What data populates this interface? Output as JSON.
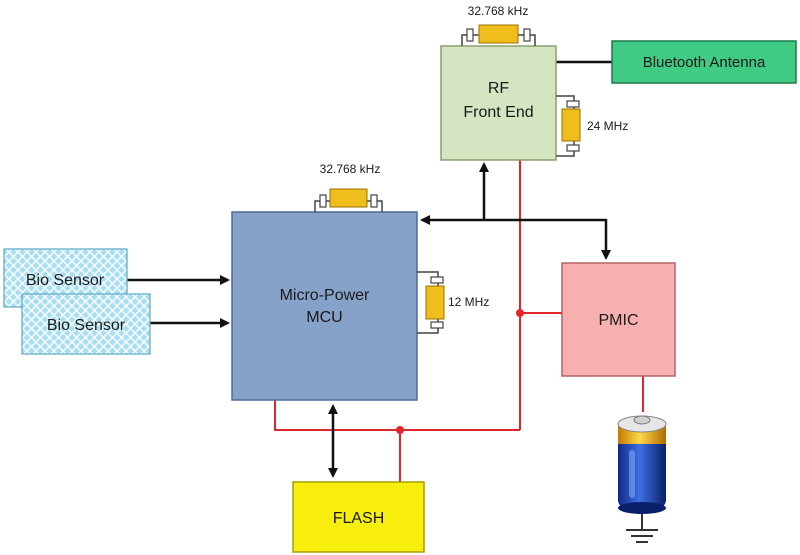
{
  "blocks": {
    "mcu": {
      "line1": "Micro-Power",
      "line2": "MCU"
    },
    "rf": {
      "line1": "RF",
      "line2": "Front End"
    },
    "pmic": "PMIC",
    "flash": "FLASH",
    "bio_sensor_1": "Bio Sensor",
    "bio_sensor_2": "Bio Sensor",
    "antenna": "Bluetooth Antenna"
  },
  "crystals": {
    "rf_top": "32.768 kHz",
    "rf_side": "24 MHz",
    "mcu_top": "32.768 kHz",
    "mcu_side": "12 MHz"
  },
  "colors": {
    "mcu_fill": "#86a2c9",
    "rf_fill": "#d5e5c2",
    "pmic_fill": "#f7b0b0",
    "flash_fill": "#f7ee0e",
    "antenna_fill": "#3fcb83",
    "sensor_fill": "#a9dff2",
    "crystal_fill": "#f0be1c",
    "power_line": "#e0262b",
    "signal_line": "#111111"
  },
  "icons": {
    "battery": "battery-icon",
    "ground": "ground-icon"
  }
}
